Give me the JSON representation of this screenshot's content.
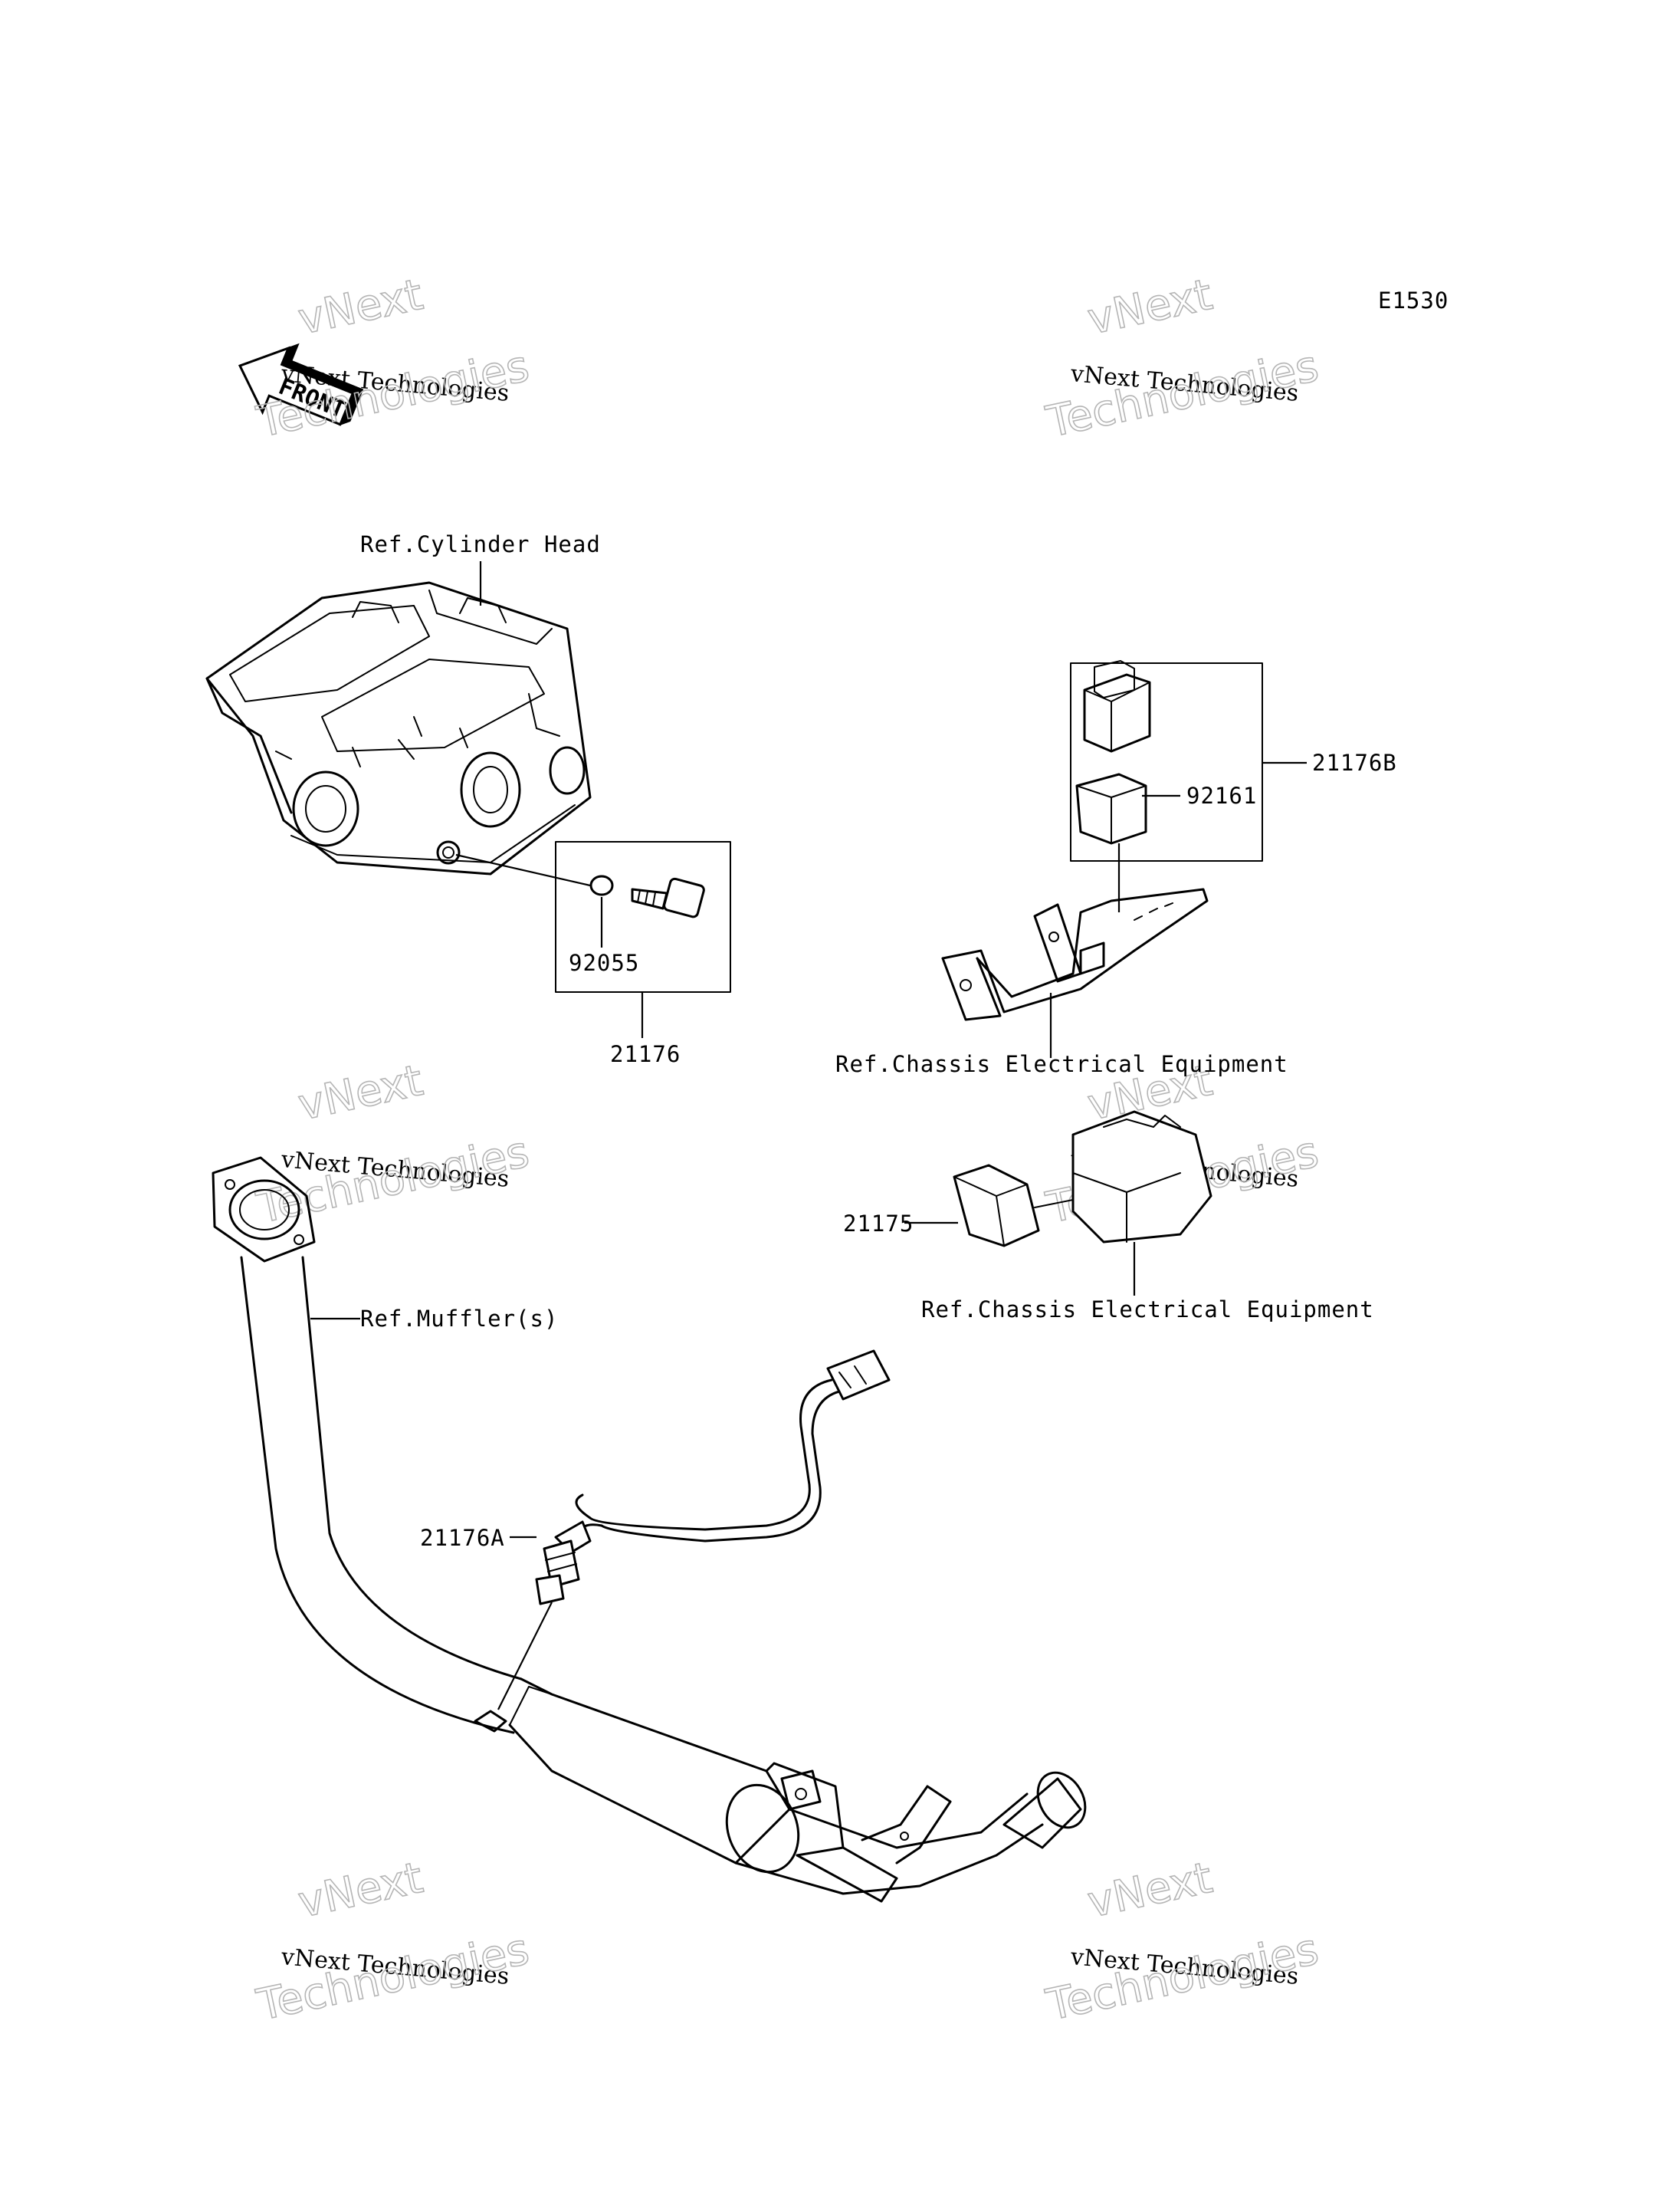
{
  "diagram_code": "E1530",
  "front_label": "FRONT",
  "watermark": {
    "line1": "vNext",
    "line2": "vNext Technologies",
    "line3": "Technologies"
  },
  "labels": {
    "ref_cylinder_head": "Ref.Cylinder Head",
    "part_92055": "92055",
    "part_21176": "21176",
    "part_21176b": "21176B",
    "part_92161": "92161",
    "ref_chassis_1": "Ref.Chassis Electrical Equipment",
    "part_21175": "21175",
    "ref_chassis_2": "Ref.Chassis Electrical Equipment",
    "ref_muffler": "Ref.Muffler(s)",
    "part_21176a": "21176A"
  }
}
